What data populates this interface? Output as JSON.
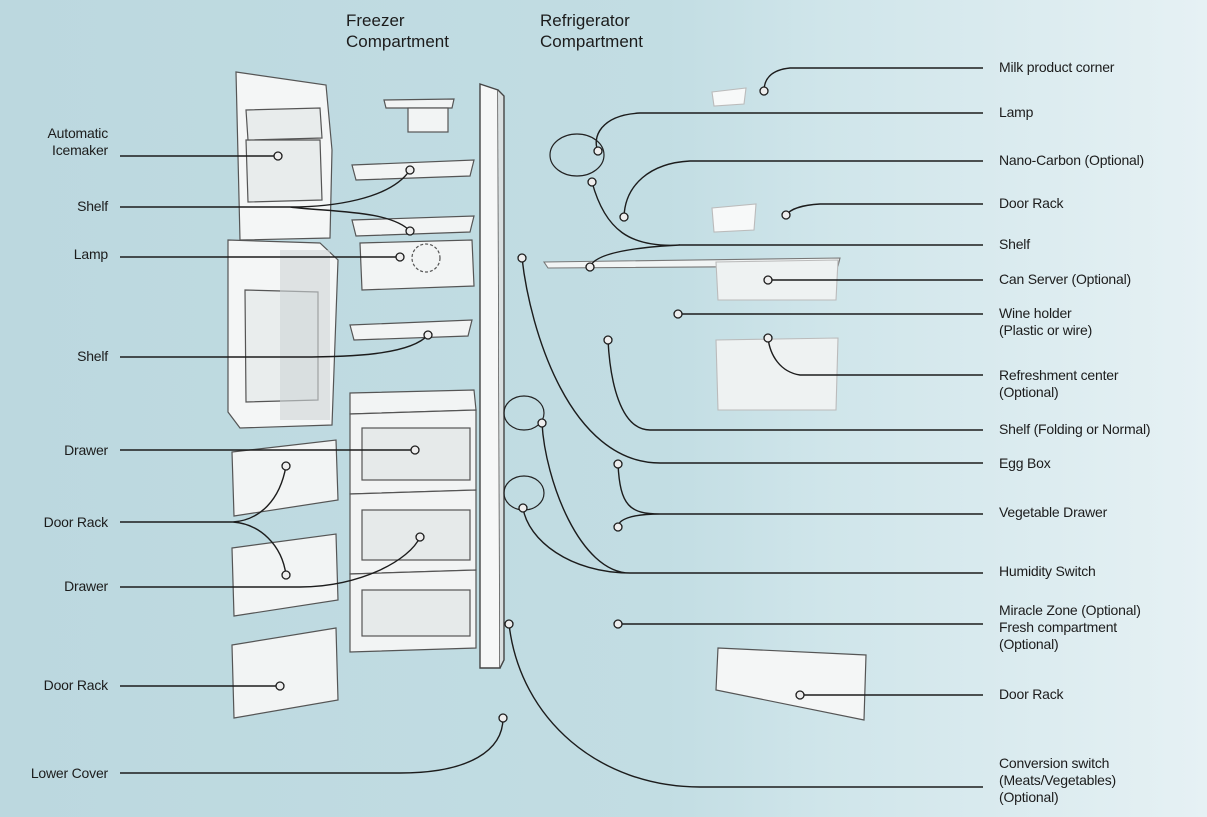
{
  "headers": {
    "freezer": "Freezer\nCompartment",
    "refrigerator": "Refrigerator\nCompartment"
  },
  "left_labels": [
    "Automatic\nIcemaker",
    "Shelf",
    "Lamp",
    "Shelf",
    "Drawer",
    "Door Rack",
    "Drawer",
    "Door Rack",
    "Lower Cover"
  ],
  "right_labels": [
    "Milk product corner",
    "Lamp",
    "Nano-Carbon (Optional)",
    "Door Rack",
    "Shelf",
    "Can Server (Optional)",
    "Wine holder\n(Plastic or wire)",
    "Refreshment center\n(Optional)",
    "Shelf (Folding or Normal)",
    "Egg Box",
    "Vegetable Drawer",
    "Humidity Switch",
    "Miracle Zone (Optional)\nFresh compartment\n(Optional)",
    "Door Rack",
    "Conversion switch\n(Meats/Vegetables)\n(Optional)"
  ],
  "colors": {
    "background": "#c2dde3",
    "line": "#1c1c1c",
    "part_fill": "#f4f6f6",
    "part_stroke": "#444444"
  }
}
